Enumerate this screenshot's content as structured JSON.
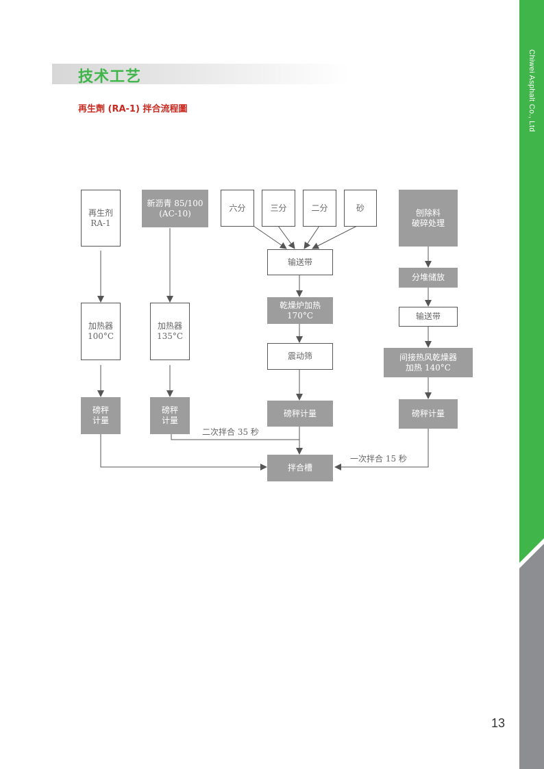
{
  "sidebar": {
    "company": "Chiwei Asphalt Co., Ltd"
  },
  "header": {
    "section_title": "技术工艺",
    "chart_title": "再生劑 (RA-1) 拌合流程圖"
  },
  "page": {
    "number": "13"
  },
  "flowchart": {
    "nodes": {
      "ra1": "再生剂\nRA-1",
      "asphalt": "新沥青 85/100\n(AC-10)",
      "six": "六分",
      "three": "三分",
      "two": "二分",
      "sand": "砂",
      "millings": "刨除料\n破碎处理",
      "conveyor1": "输送带",
      "stockpile": "分堆储放",
      "dryer": "乾燥炉加热\n170°C",
      "conveyor2": "输送带",
      "heater1": "加热器\n100°C",
      "heater2": "加热器\n135°C",
      "screen": "震动筛",
      "indirect": "间接热风乾燥器\n加热 140°C",
      "scale1": "磅秤\n计量",
      "scale2": "磅秤\n计量",
      "scale3": "磅秤计量",
      "scale4": "磅秤计量",
      "mixer": "拌合槽"
    },
    "labels": {
      "second_mix": "二次拌合 35 秒",
      "first_mix": "一次拌合 15 秒"
    }
  }
}
